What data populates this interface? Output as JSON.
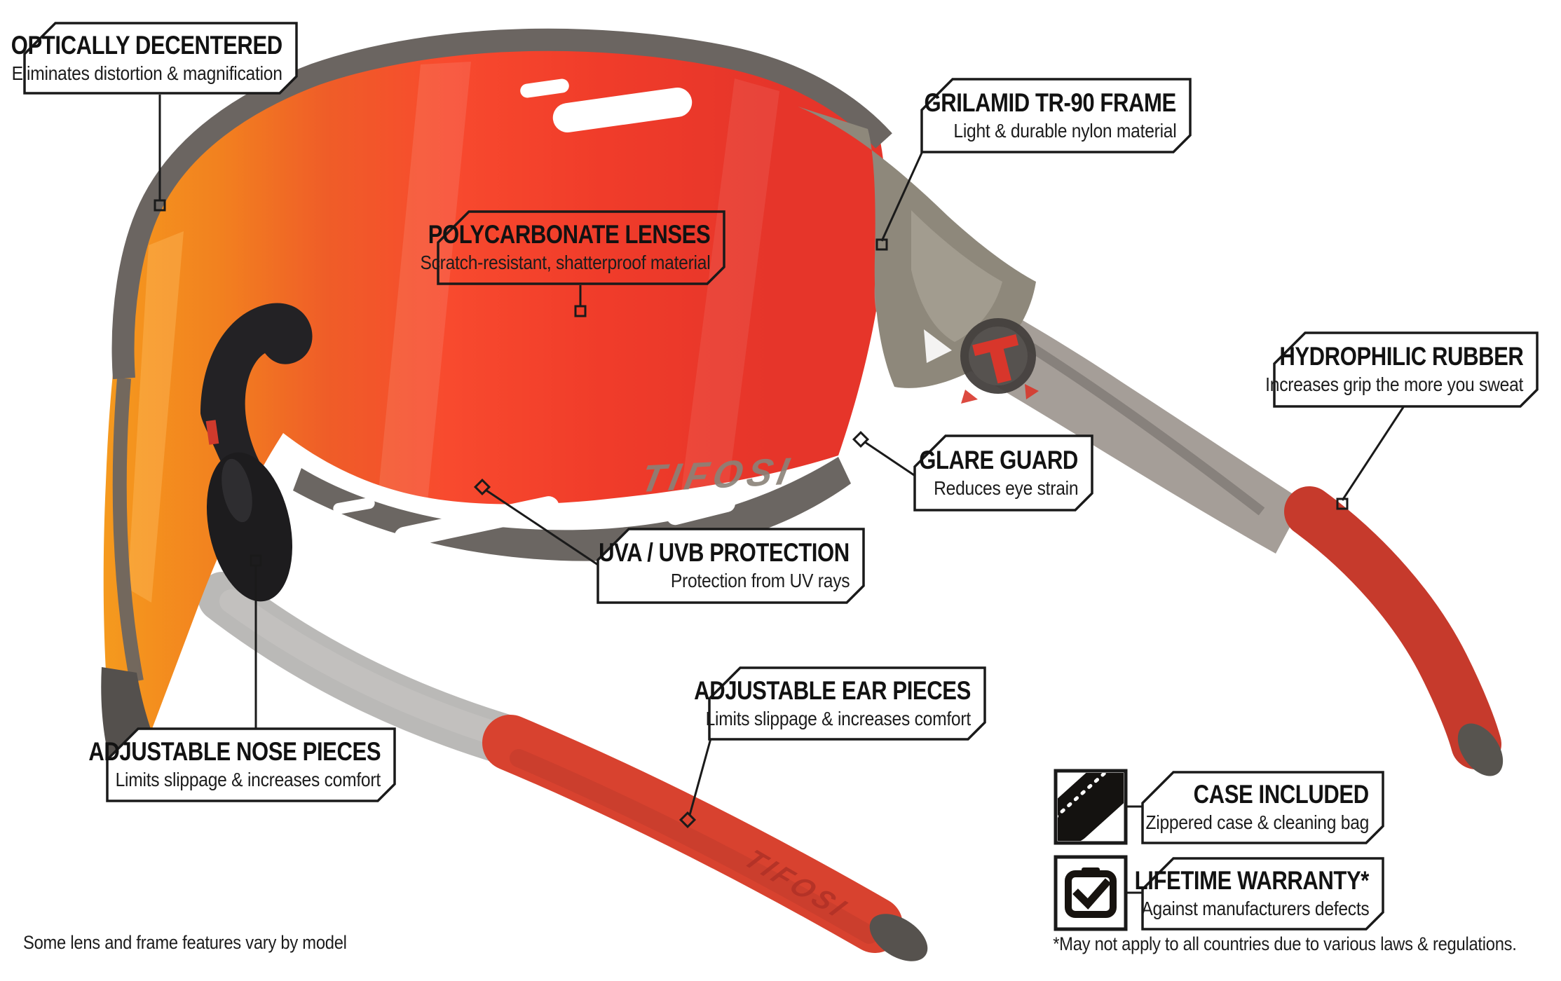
{
  "brand": {
    "lens_logo": "TIFOSI",
    "temple_logo": "TIFOSI"
  },
  "callouts": {
    "optically_decentered": {
      "title": "OPTICALLY DECENTERED",
      "subtitle": "Eliminates distortion & magnification"
    },
    "polycarbonate_lenses": {
      "title": "POLYCARBONATE LENSES",
      "subtitle": "Scratch-resistant, shatterproof material"
    },
    "grilamid_frame": {
      "title": "GRILAMID TR-90 FRAME",
      "subtitle": "Light & durable nylon material"
    },
    "hydrophilic_rubber": {
      "title": "HYDROPHILIC RUBBER",
      "subtitle": "Increases grip the more you sweat"
    },
    "glare_guard": {
      "title": "GLARE GUARD",
      "subtitle": "Reduces eye strain"
    },
    "uva_uvb_protection": {
      "title": "UVA / UVB PROTECTION",
      "subtitle": "Protection from UV rays"
    },
    "adjustable_nose_pieces": {
      "title": "ADJUSTABLE NOSE PIECES",
      "subtitle": "Limits slippage & increases comfort"
    },
    "adjustable_ear_pieces": {
      "title": "ADJUSTABLE EAR PIECES",
      "subtitle": "Limits slippage & increases comfort"
    },
    "case_included": {
      "title": "CASE INCLUDED",
      "subtitle": "Zippered case & cleaning bag"
    },
    "lifetime_warranty": {
      "title": "LIFETIME WARRANTY*",
      "subtitle": "Against manufacturers defects"
    }
  },
  "icons": {
    "case": "sunglasses-case-icon",
    "warranty": "clipboard-check-icon"
  },
  "footnotes": {
    "left": "Some lens and frame features vary by model",
    "right": "*May not apply to all countries due to various laws & regulations."
  },
  "colors": {
    "lens_orange": "#f59b1e",
    "lens_red": "#ef4128",
    "frame_gray": "#6b6561",
    "temple_gray": "#9a948e",
    "rubber_red": "#c63a2c",
    "rubber_red_bright": "#d8422f",
    "nose_black": "#1f1e20",
    "outline_black": "#1a1a1a",
    "box_fill": "#ffffff"
  }
}
